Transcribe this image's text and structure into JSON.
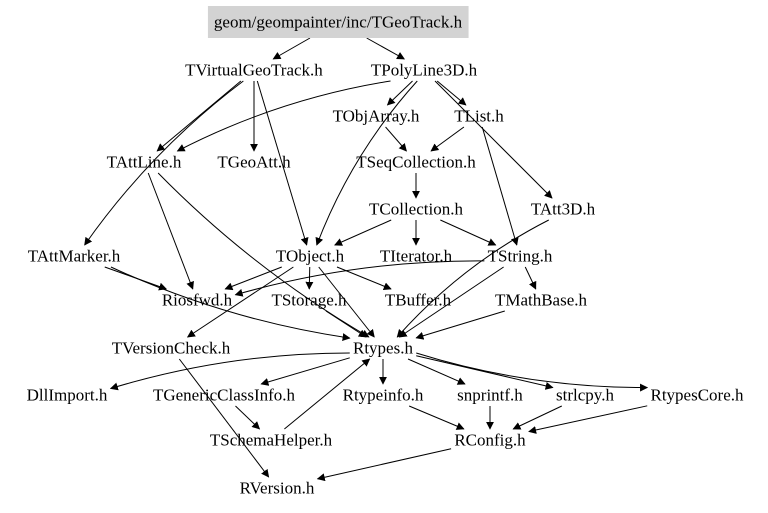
{
  "diagram": {
    "type": "include-dependency-graph",
    "root_fill": "#d3d3d3",
    "edge_color": "#000000",
    "nodes": [
      {
        "id": "root",
        "label": "geom/geompainter/inc/TGeoTrack.h",
        "highlighted": true
      },
      {
        "id": "tvirtualgeotrack",
        "label": "TVirtualGeoTrack.h"
      },
      {
        "id": "tpolyline3d",
        "label": "TPolyLine3D.h"
      },
      {
        "id": "tobjarray",
        "label": "TObjArray.h"
      },
      {
        "id": "tlist",
        "label": "TList.h"
      },
      {
        "id": "tattline",
        "label": "TAttLine.h"
      },
      {
        "id": "tgeoatt",
        "label": "TGeoAtt.h"
      },
      {
        "id": "tseqcollection",
        "label": "TSeqCollection.h"
      },
      {
        "id": "tcollection",
        "label": "TCollection.h"
      },
      {
        "id": "tatt3d",
        "label": "TAtt3D.h"
      },
      {
        "id": "tattmarker",
        "label": "TAttMarker.h"
      },
      {
        "id": "tobject",
        "label": "TObject.h"
      },
      {
        "id": "titerator",
        "label": "TIterator.h"
      },
      {
        "id": "tstring",
        "label": "TString.h"
      },
      {
        "id": "riosfwd",
        "label": "Riosfwd.h"
      },
      {
        "id": "tstorage",
        "label": "TStorage.h"
      },
      {
        "id": "tbuffer",
        "label": "TBuffer.h"
      },
      {
        "id": "tmathbase",
        "label": "TMathBase.h"
      },
      {
        "id": "tversioncheck",
        "label": "TVersionCheck.h"
      },
      {
        "id": "rtypes",
        "label": "Rtypes.h"
      },
      {
        "id": "dllimport",
        "label": "DllImport.h"
      },
      {
        "id": "tgenericclassinfo",
        "label": "TGenericClassInfo.h"
      },
      {
        "id": "rtypeinfo",
        "label": "Rtypeinfo.h"
      },
      {
        "id": "snprintf",
        "label": "snprintf.h"
      },
      {
        "id": "strlcpy",
        "label": "strlcpy.h"
      },
      {
        "id": "rtypescore",
        "label": "RtypesCore.h"
      },
      {
        "id": "tschemahelper",
        "label": "TSchemaHelper.h"
      },
      {
        "id": "rconfig",
        "label": "RConfig.h"
      },
      {
        "id": "rversion",
        "label": "RVersion.h"
      }
    ],
    "edges": [
      [
        "root",
        "tvirtualgeotrack"
      ],
      [
        "root",
        "tpolyline3d"
      ],
      [
        "tvirtualgeotrack",
        "tattline"
      ],
      [
        "tvirtualgeotrack",
        "tgeoatt"
      ],
      [
        "tvirtualgeotrack",
        "tattmarker"
      ],
      [
        "tvirtualgeotrack",
        "tobject"
      ],
      [
        "tpolyline3d",
        "tobjarray"
      ],
      [
        "tpolyline3d",
        "tlist"
      ],
      [
        "tpolyline3d",
        "tattline"
      ],
      [
        "tpolyline3d",
        "tatt3d"
      ],
      [
        "tpolyline3d",
        "tobject"
      ],
      [
        "tobjarray",
        "tseqcollection"
      ],
      [
        "tlist",
        "tseqcollection"
      ],
      [
        "tlist",
        "tstring"
      ],
      [
        "tseqcollection",
        "tcollection"
      ],
      [
        "tcollection",
        "tobject"
      ],
      [
        "tcollection",
        "titerator"
      ],
      [
        "tcollection",
        "tstring"
      ],
      [
        "tattline",
        "riosfwd"
      ],
      [
        "tattline",
        "rtypes"
      ],
      [
        "tattmarker",
        "riosfwd"
      ],
      [
        "tattmarker",
        "rtypes"
      ],
      [
        "tobject",
        "riosfwd"
      ],
      [
        "tobject",
        "tstorage"
      ],
      [
        "tobject",
        "tbuffer"
      ],
      [
        "tobject",
        "tversioncheck"
      ],
      [
        "tobject",
        "rtypes"
      ],
      [
        "tstring",
        "riosfwd"
      ],
      [
        "tstring",
        "tmathbase"
      ],
      [
        "tstring",
        "rtypes"
      ],
      [
        "tatt3d",
        "rtypes"
      ],
      [
        "tstorage",
        "rtypes"
      ],
      [
        "tmathbase",
        "rtypes"
      ],
      [
        "tversioncheck",
        "rversion"
      ],
      [
        "rtypes",
        "dllimport"
      ],
      [
        "rtypes",
        "tgenericclassinfo"
      ],
      [
        "rtypes",
        "rtypeinfo"
      ],
      [
        "rtypes",
        "snprintf"
      ],
      [
        "rtypes",
        "strlcpy"
      ],
      [
        "rtypes",
        "rtypescore"
      ],
      [
        "tgenericclassinfo",
        "tschemahelper"
      ],
      [
        "tschemahelper",
        "rtypes"
      ],
      [
        "rtypeinfo",
        "rconfig"
      ],
      [
        "snprintf",
        "rconfig"
      ],
      [
        "strlcpy",
        "rconfig"
      ],
      [
        "rtypescore",
        "rconfig"
      ],
      [
        "rconfig",
        "rversion"
      ]
    ]
  }
}
